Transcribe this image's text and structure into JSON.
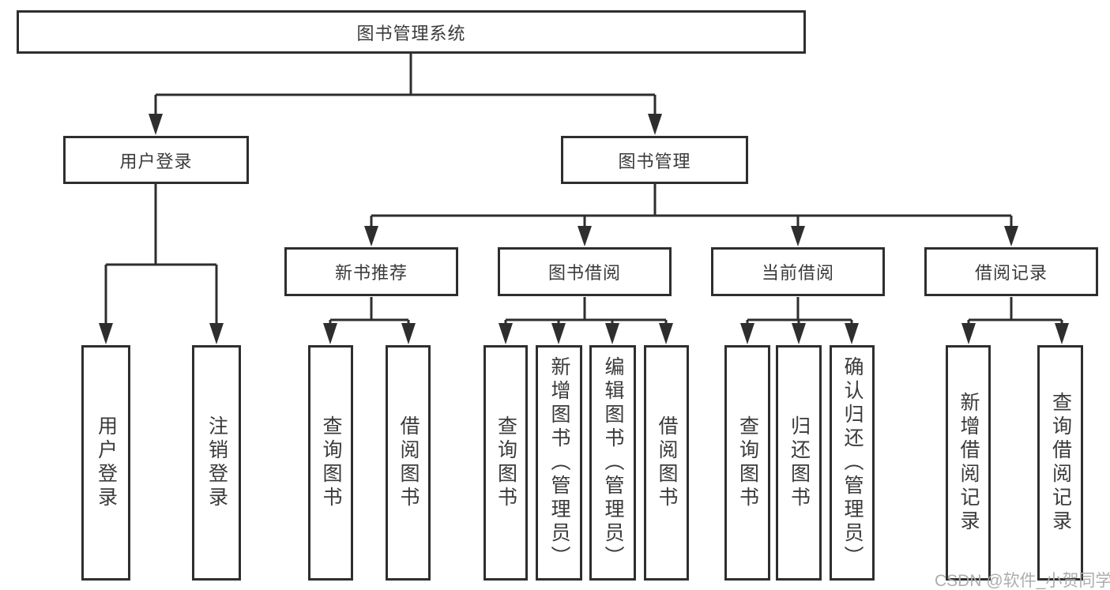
{
  "diagram": {
    "root": {
      "label": "图书管理系统"
    },
    "level2": [
      {
        "label": "用户登录"
      },
      {
        "label": "图书管理"
      }
    ],
    "level3": [
      {
        "label": "新书推荐"
      },
      {
        "label": "图书借阅"
      },
      {
        "label": "当前借阅"
      },
      {
        "label": "借阅记录"
      }
    ],
    "leaves": {
      "user_login": [
        "用户登录",
        "注销登录"
      ],
      "new_book_recommend": [
        "查询图书",
        "借阅图书"
      ],
      "book_borrowing": [
        "查询图书",
        "新增图书（管理员）",
        "编辑图书（管理员）",
        "借阅图书"
      ],
      "current_borrowing": [
        "查询图书",
        "归还图书",
        "确认归还（管理员）"
      ],
      "borrowing_records": [
        "新增借阅记录",
        "查询借阅记录"
      ]
    }
  },
  "watermark": {
    "text": "CSDN @软件_小贺同学"
  },
  "colors": {
    "line": "#2e2e2e",
    "text": "#3a3a3a",
    "watermark": "#adadad",
    "background": "#ffffff"
  }
}
